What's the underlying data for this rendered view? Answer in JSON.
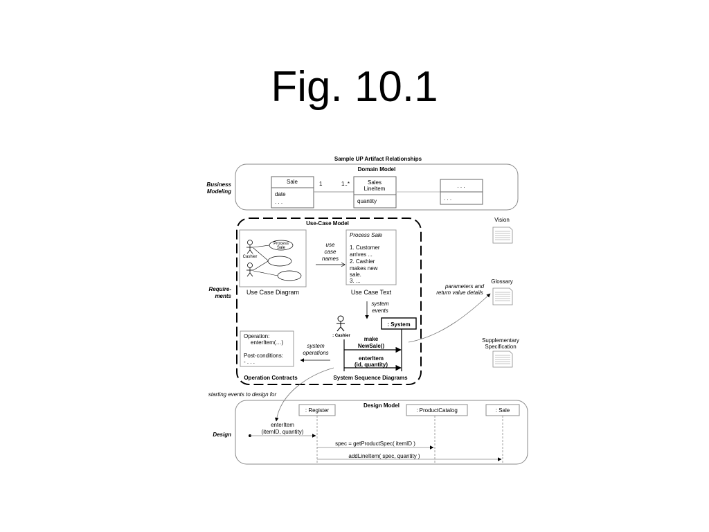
{
  "slide_title": "Fig. 10.1",
  "diagram_title": "Sample UP Artifact Relationships",
  "side_labels": {
    "business": [
      "Business",
      "Modeling"
    ],
    "requirements": [
      "Require-",
      "ments"
    ],
    "design": "Design"
  },
  "domain_model": {
    "title": "Domain Model",
    "sale": {
      "name": "Sale",
      "attrs": [
        "date",
        ". . ."
      ]
    },
    "multiplicity_left": "1",
    "multiplicity_right": "1..*",
    "line_item": {
      "name": [
        "Sales",
        "LineItem"
      ],
      "attrs": [
        "quantity"
      ]
    },
    "other": {
      "name": ". . .",
      "attrs": ". . ."
    }
  },
  "use_case_model": {
    "title": "Use-Case Model",
    "diagram_actor": "Cashier",
    "diagram_usecase": [
      "Process",
      "Sale"
    ],
    "diagram_caption": "Use Case Diagram",
    "names_note": [
      "use",
      "case",
      "names"
    ],
    "text_title": "Process Sale",
    "text_lines": [
      "1. Customer",
      "arrives ...",
      "2. Cashier",
      "makes new",
      "sale.",
      "3. ..."
    ],
    "text_caption": "Use Case Text",
    "events_note": [
      "system",
      "events"
    ],
    "ssd_actor": ": Cashier",
    "ssd_system": ": System",
    "msg1": [
      "make",
      "NewSale()"
    ],
    "msg2": [
      "enterItem",
      "(id, quantity)"
    ],
    "ssd_caption": "System Sequence Diagrams",
    "contract_lines": [
      "Operation:",
      "enterItem(…)",
      "",
      "Post-conditions:",
      "- . . ."
    ],
    "contract_caption": "Operation Contracts",
    "operations_note": [
      "system",
      "operations"
    ]
  },
  "artifacts": {
    "vision": "Vision",
    "glossary": "Glossary",
    "supplementary": [
      "Supplementary",
      "Specification"
    ],
    "details_note": [
      "parameters and",
      "return value details"
    ]
  },
  "starting_events_note": "starting events to design for",
  "design_model": {
    "title": "Design Model",
    "register": ": Register",
    "catalog": ": ProductCatalog",
    "sale": ": Sale",
    "msg_enter": [
      "enterItem",
      "(itemID, quantity)"
    ],
    "msg_spec": "spec = getProductSpec( itemID )",
    "msg_add": "addLineItem( spec, quantity )"
  }
}
